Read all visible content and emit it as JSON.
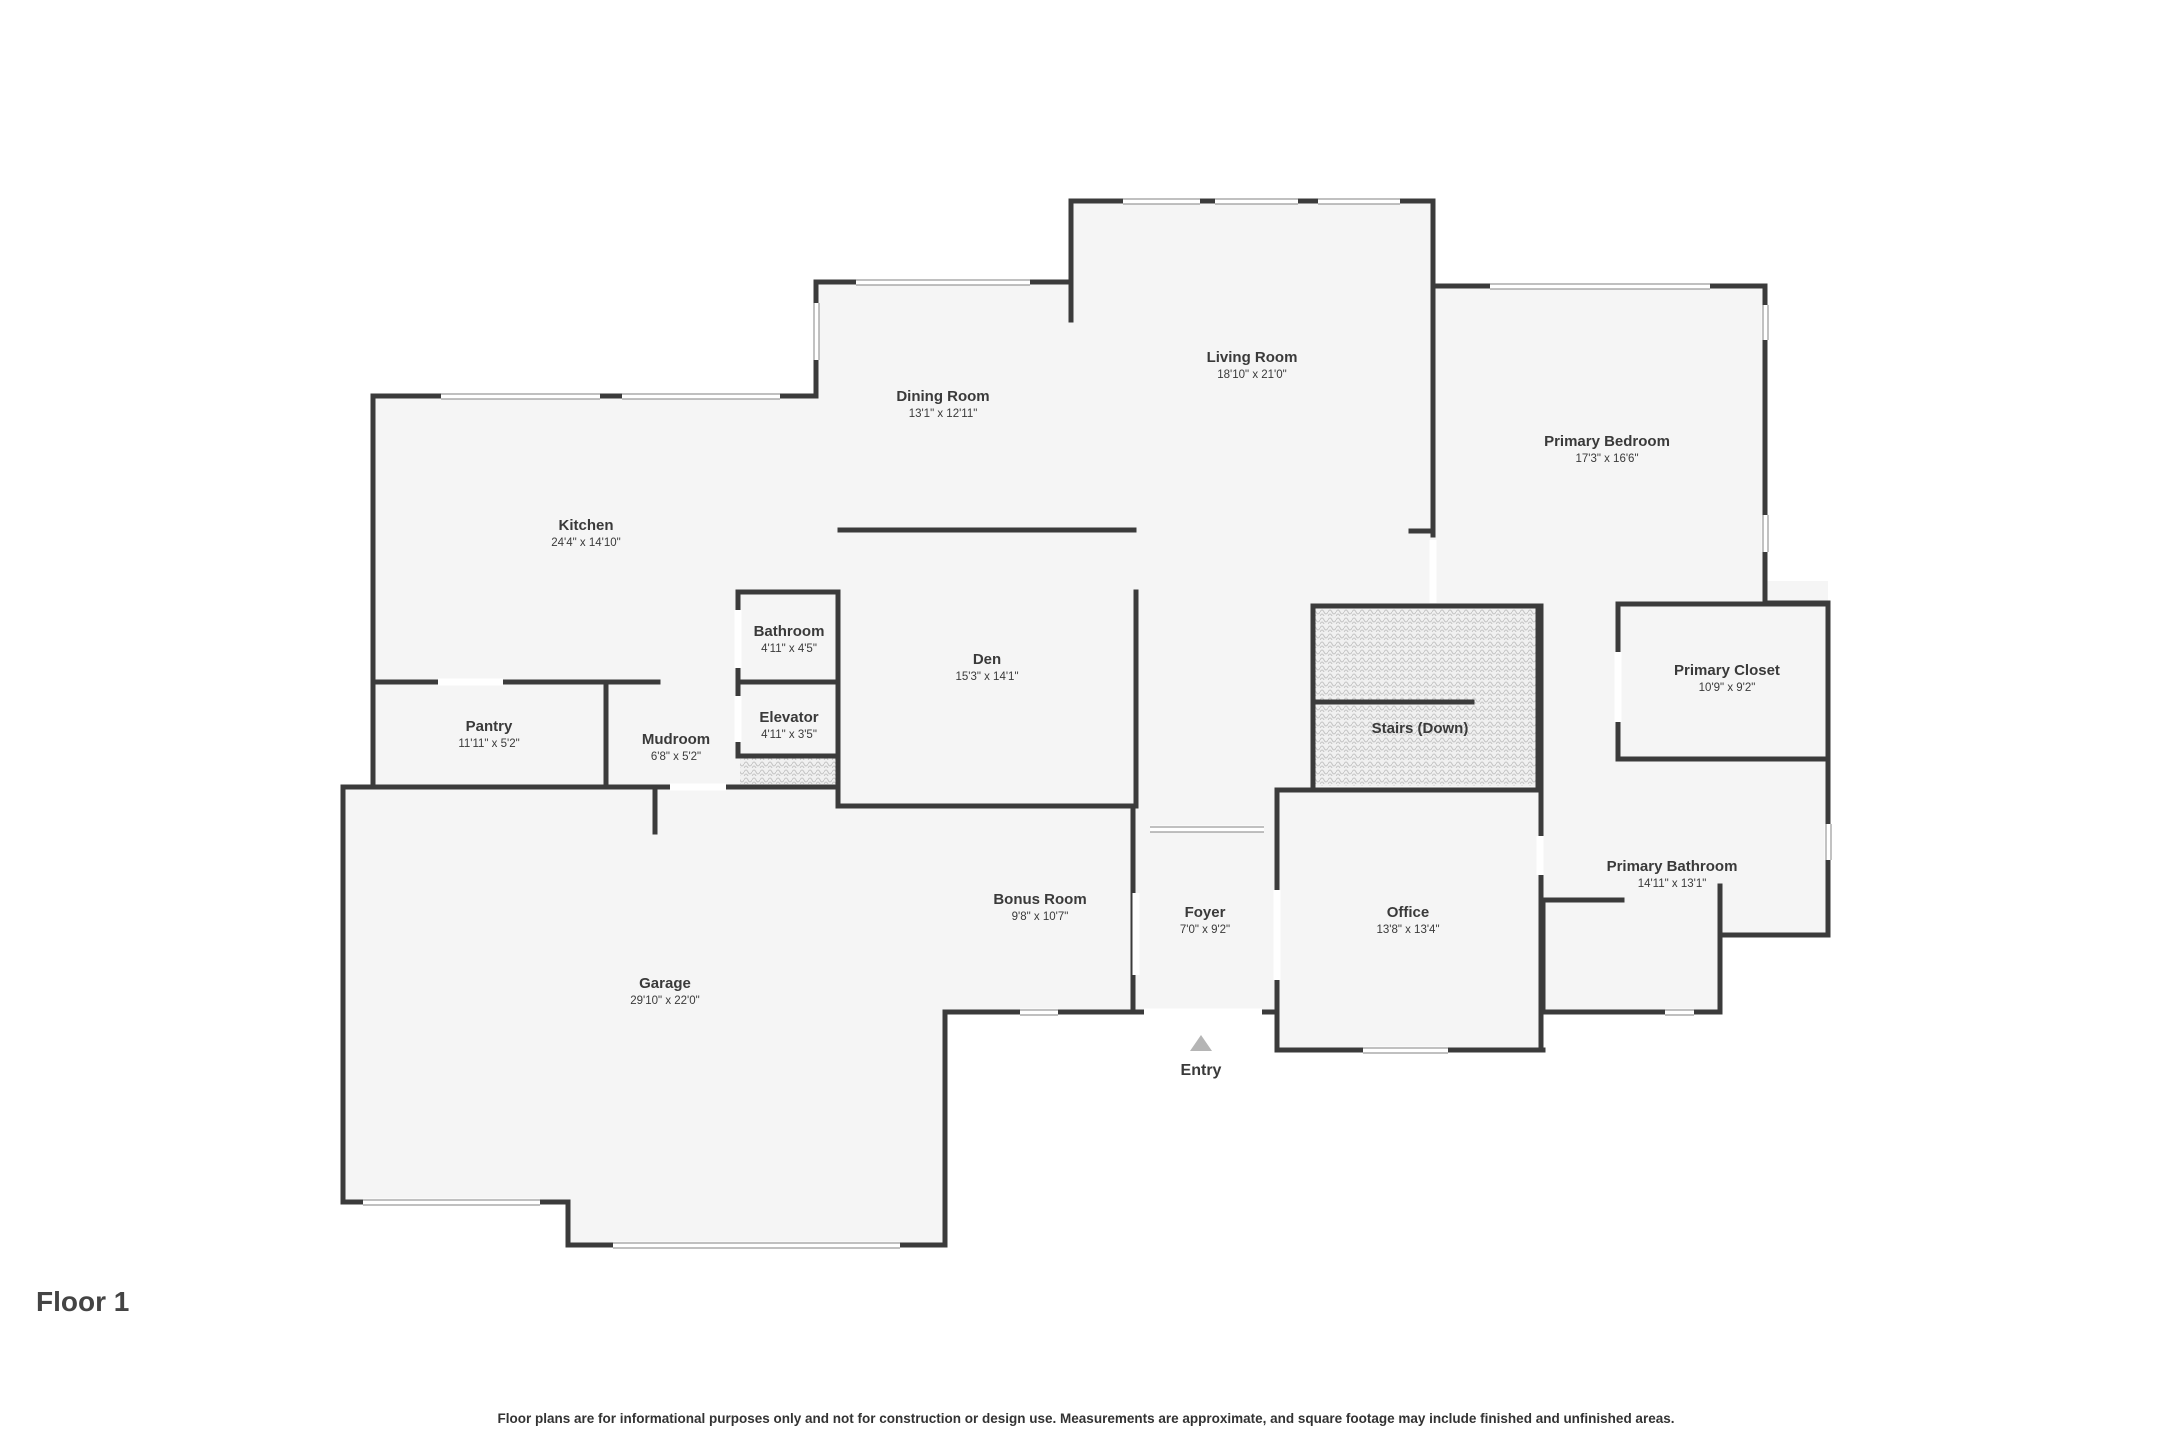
{
  "floor_label": "Floor 1",
  "disclaimer": "Floor plans are for informational purposes only and not for construction or design use. Measurements are approximate, and square footage may include finished and unfinished areas.",
  "entry_label": "Entry",
  "rooms": [
    {
      "id": "living-room",
      "name": "Living Room",
      "dims": "18'10\" x 21'0\""
    },
    {
      "id": "dining-room",
      "name": "Dining Room",
      "dims": "13'1\" x 12'11\""
    },
    {
      "id": "primary-bedroom",
      "name": "Primary Bedroom",
      "dims": "17'3\" x 16'6\""
    },
    {
      "id": "kitchen",
      "name": "Kitchen",
      "dims": "24'4\" x 14'10\""
    },
    {
      "id": "bathroom",
      "name": "Bathroom",
      "dims": "4'11\" x 4'5\""
    },
    {
      "id": "den",
      "name": "Den",
      "dims": "15'3\" x 14'1\""
    },
    {
      "id": "primary-closet",
      "name": "Primary Closet",
      "dims": "10'9\" x 9'2\""
    },
    {
      "id": "elevator",
      "name": "Elevator",
      "dims": "4'11\" x 3'5\""
    },
    {
      "id": "stairs",
      "name": "Stairs (Down)",
      "dims": ""
    },
    {
      "id": "pantry",
      "name": "Pantry",
      "dims": "11'11\" x 5'2\""
    },
    {
      "id": "mudroom",
      "name": "Mudroom",
      "dims": "6'8\" x 5'2\""
    },
    {
      "id": "primary-bathroom",
      "name": "Primary Bathroom",
      "dims": "14'11\" x 13'1\""
    },
    {
      "id": "bonus-room",
      "name": "Bonus Room",
      "dims": "9'8\" x 10'7\""
    },
    {
      "id": "foyer",
      "name": "Foyer",
      "dims": "7'0\" x 9'2\""
    },
    {
      "id": "office",
      "name": "Office",
      "dims": "13'8\" x 13'4\""
    },
    {
      "id": "garage",
      "name": "Garage",
      "dims": "29'10\" x 22'0\""
    }
  ]
}
